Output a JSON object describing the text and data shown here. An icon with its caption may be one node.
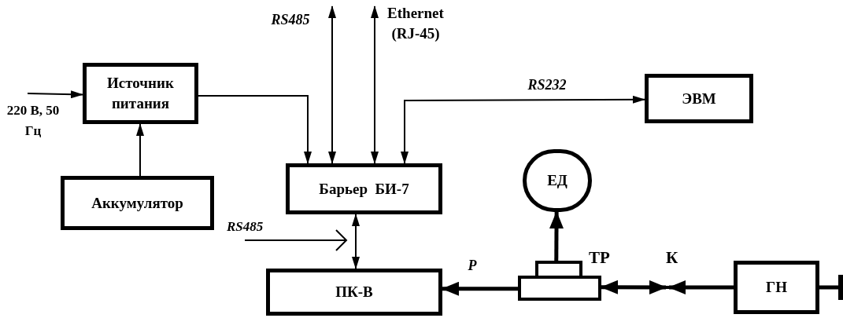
{
  "diagram": {
    "nodes": [
      {
        "text": [
          "Источник питания"
        ]
      },
      {
        "text": [
          "Аккумулятор"
        ]
      },
      {
        "text": [
          "Барьер  БИ-7"
        ]
      },
      {
        "text": [
          "ЭВМ"
        ]
      },
      {
        "text": [
          "ЕД"
        ]
      },
      {
        "text": [
          "ПК-В"
        ]
      },
      {
        "text": [],
        "shape": "box",
        "beside": [
          "ТР"
        ]
      },
      {
        "text": [],
        "shape": "point",
        "beside": [
          "К"
        ]
      },
      {
        "text": [
          "ГН"
        ]
      }
    ],
    "edges": [
      {
        "from": null,
        "to": 0,
        "arrow": "to"
      },
      {
        "from": 1,
        "to": 0,
        "arrow": "to"
      },
      {
        "from": 0,
        "to": 2,
        "arrow": "to"
      },
      {
        "from": null,
        "to": 2,
        "arrow": "both",
        "label": "RS485"
      },
      {
        "from": null,
        "to": 2,
        "arrow": "both",
        "label": "Ethernet (RJ-45)"
      },
      {
        "from": 2,
        "to": 3,
        "arrow": "both",
        "label": "RS232"
      },
      {
        "from": 2,
        "to": 5,
        "arrow": "both"
      },
      {
        "from": 6,
        "to": 5,
        "arrow": "to",
        "label": "P",
        "style": "thick"
      },
      {
        "from": 6,
        "to": 4,
        "arrow": "to",
        "style": "thick"
      },
      {
        "from": 6,
        "to": 7,
        "arrow": "both",
        "style": "thick"
      },
      {
        "from": 8,
        "to": 7,
        "arrow": "to",
        "style": "thick"
      },
      {
        "from": 8,
        "to": null,
        "arrow": "other",
        "style": "thick"
      }
    ],
    "labels": [
      "220 В, 50 Гц",
      "RS485"
    ]
  }
}
